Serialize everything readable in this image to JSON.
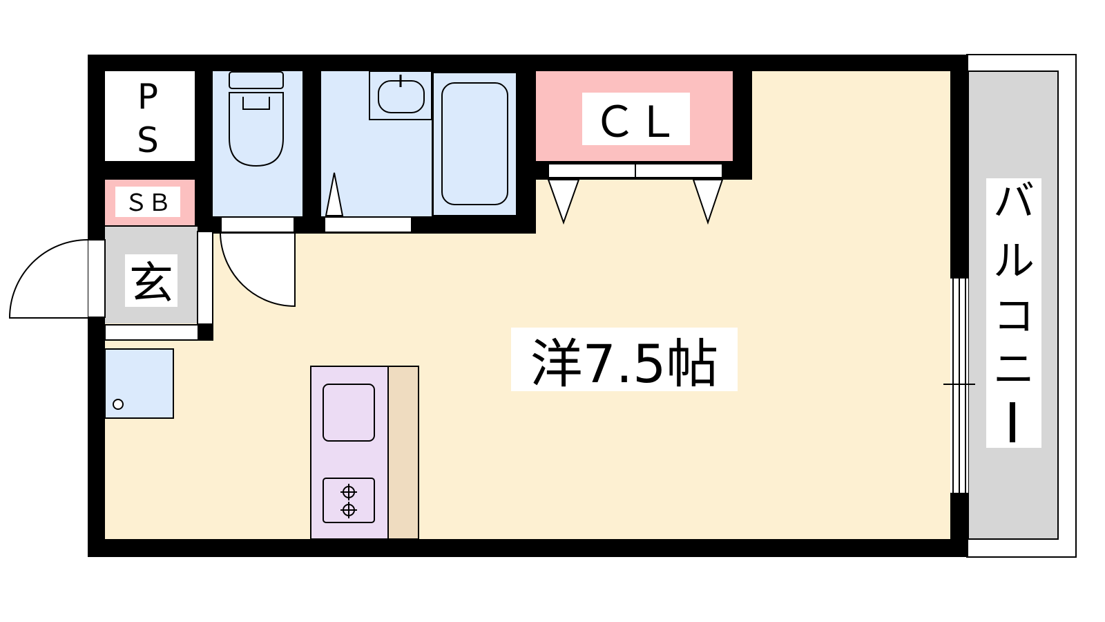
{
  "rooms": {
    "ps_line1": "P",
    "ps_line2": "S",
    "shoe_box": "ＳＢ",
    "entrance": "玄",
    "closet": "ＣＬ",
    "western_room": "洋7.5帖",
    "balcony_chars": [
      "バ",
      "ル",
      "コ",
      "ニ",
      "ー"
    ]
  },
  "colors": {
    "wall": "#000000",
    "wet_area": "#dbeafc",
    "closet_and_sb": "#fcc0c0",
    "living_floor": "#fdf0d2",
    "entrance_floor": "#d6d6d6",
    "balcony_floor": "#d6d6d6",
    "kitchen_sink": "#ecdcf4",
    "counter": "#efdcc0",
    "background": "#ffffff"
  },
  "icons": [
    "toilet-icon",
    "washbasin-icon",
    "bathtub-icon",
    "stove-icon",
    "sink-icon",
    "washer-pan-icon"
  ]
}
